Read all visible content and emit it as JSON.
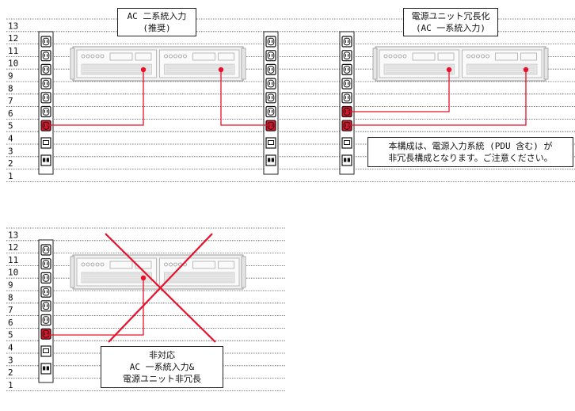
{
  "rack_unit_labels": [
    "13",
    "12",
    "11",
    "10",
    "9",
    "8",
    "7",
    "6",
    "5",
    "4",
    "3",
    "2",
    "1"
  ],
  "notes": {
    "recommended": {
      "line1": "AC 二系統入力",
      "line2": "(推奨)"
    },
    "psu_redundant": {
      "line1": "電源ユニット冗長化",
      "line2": "(AC 一系統入力)"
    },
    "warning": {
      "line1": "本構成は、電源入力系統 (PDU 含む) が",
      "line2": "非冗長構成となります。ご注意ください。"
    },
    "unsupported": {
      "line1": "非対応",
      "line2": "AC 一系統入力&",
      "line3": "電源ユニット非冗長"
    }
  },
  "colors": {
    "cable": "#e8102a",
    "outlet_active": "#e8102a",
    "cross": "#e8102a",
    "grid": "#555555"
  }
}
